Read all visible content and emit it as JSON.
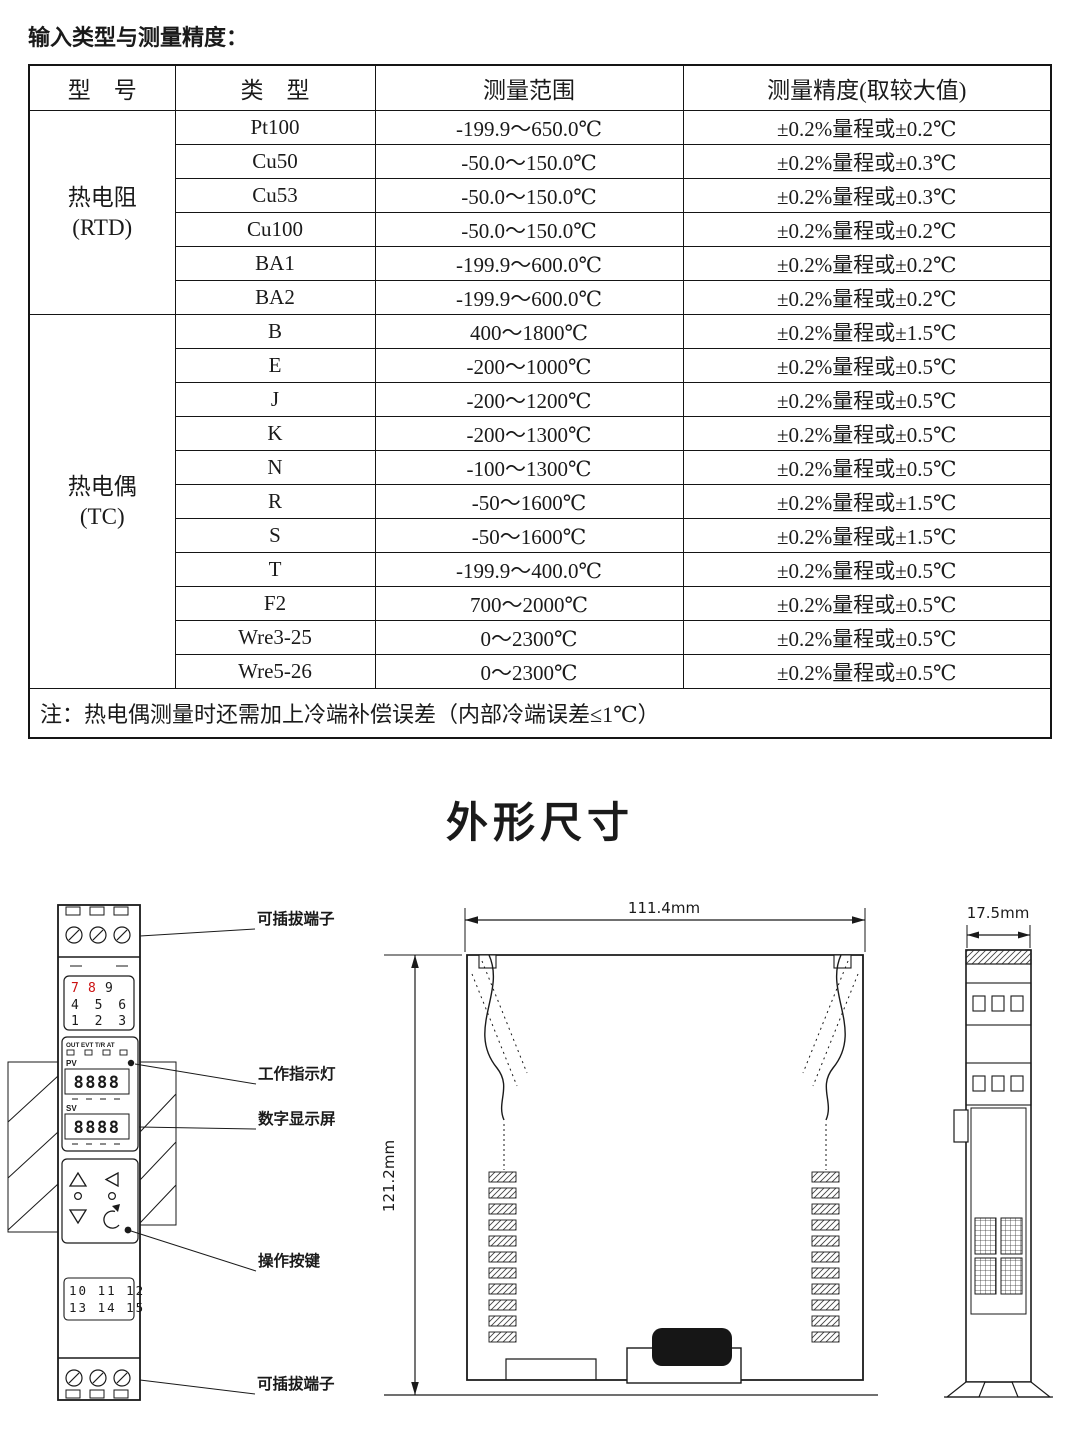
{
  "page": {
    "heading": "输入类型与测量精度：",
    "section_title": "外形尺寸"
  },
  "table": {
    "headers": {
      "model": "型　号",
      "type": "类　型",
      "range": "测量范围",
      "accuracy": "测量精度(取较大值)"
    },
    "group_rtd": {
      "line1": "热电阻",
      "line2": "(RTD)"
    },
    "group_tc": {
      "line1": "热电偶",
      "line2": "(TC)"
    },
    "rows": [
      {
        "type": "Pt100",
        "range": "-199.9～650.0℃",
        "acc": "±0.2%量程或±0.2℃"
      },
      {
        "type": "Cu50",
        "range": "-50.0～150.0℃",
        "acc": "±0.2%量程或±0.3℃"
      },
      {
        "type": "Cu53",
        "range": "-50.0～150.0℃",
        "acc": "±0.2%量程或±0.3℃"
      },
      {
        "type": "Cu100",
        "range": "-50.0～150.0℃",
        "acc": "±0.2%量程或±0.2℃"
      },
      {
        "type": "BA1",
        "range": "-199.9～600.0℃",
        "acc": "±0.2%量程或±0.2℃"
      },
      {
        "type": "BA2",
        "range": "-199.9～600.0℃",
        "acc": "±0.2%量程或±0.2℃"
      },
      {
        "type": "B",
        "range": "400～1800℃",
        "acc": "±0.2%量程或±1.5℃"
      },
      {
        "type": "E",
        "range": "-200～1000℃",
        "acc": "±0.2%量程或±0.5℃"
      },
      {
        "type": "J",
        "range": "-200～1200℃",
        "acc": "±0.2%量程或±0.5℃"
      },
      {
        "type": "K",
        "range": "-200～1300℃",
        "acc": "±0.2%量程或±0.5℃"
      },
      {
        "type": "N",
        "range": "-100～1300℃",
        "acc": "±0.2%量程或±0.5℃"
      },
      {
        "type": "R",
        "range": "-50～1600℃",
        "acc": "±0.2%量程或±1.5℃"
      },
      {
        "type": "S",
        "range": "-50～1600℃",
        "acc": "±0.2%量程或±1.5℃"
      },
      {
        "type": "T",
        "range": "-199.9～400.0℃",
        "acc": "±0.2%量程或±0.5℃"
      },
      {
        "type": "F2",
        "range": "700～2000℃",
        "acc": "±0.2%量程或±0.5℃"
      },
      {
        "type": "Wre3-25",
        "range": "0～2300℃",
        "acc": "±0.2%量程或±0.5℃"
      },
      {
        "type": "Wre5-26",
        "range": "0～2300℃",
        "acc": "±0.2%量程或±0.5℃"
      }
    ],
    "note": "注：热电偶测量时还需加上冷端补偿误差（内部冷端误差≤1℃）"
  },
  "drawing": {
    "dimensions": {
      "width": "111.4mm",
      "height": "121.2mm",
      "depth": "17.5mm"
    },
    "front_view": {
      "callout_terminal_top": "可插拔端子",
      "callout_indicator": "工作指示灯",
      "callout_display": "数字显示屏",
      "callout_buttons": "操作按键",
      "callout_terminal_bottom": "可插拔端子",
      "digit_7": "7",
      "digit_8": "8",
      "digit_9": "9",
      "digits_row2": "4 5 6",
      "digits_row3": "1 2 3",
      "status_row": "OUT EVT T/R AT",
      "pv_label": "PV",
      "pv_value": "8888",
      "sv_label": "SV",
      "sv_value": "8888",
      "bottom_row1": "10 11 12",
      "bottom_row2": "13 14 15"
    },
    "colors": {
      "red_digit": "#cc1111"
    }
  }
}
